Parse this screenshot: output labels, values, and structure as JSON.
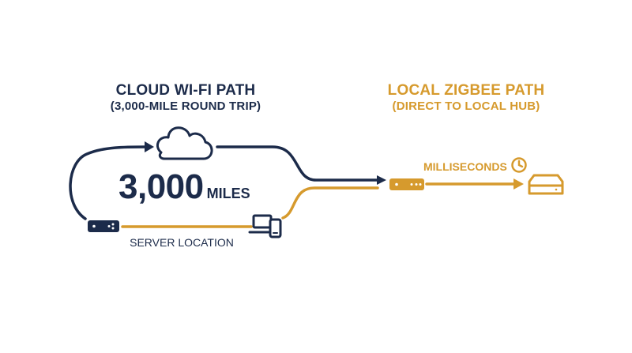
{
  "cloud_path": {
    "title": "CLOUD WI-FI PATH",
    "subtitle": "(3,000-MILE ROUND TRIP)",
    "distance_number": "3,000",
    "distance_unit": "MILES",
    "server_label": "SERVER LOCATION"
  },
  "zigbee_path": {
    "title": "LOCAL ZIGBEE PATH",
    "subtitle": "(DIRECT TO LOCAL HUB)",
    "latency_label": "MILLISECONDS"
  },
  "colors": {
    "navy": "#1c2b4a",
    "gold": "#d69a2d",
    "background": "#ffffff"
  },
  "icons": [
    "cloud-icon",
    "router-icon",
    "devices-icon",
    "clock-icon",
    "hub-icon"
  ]
}
